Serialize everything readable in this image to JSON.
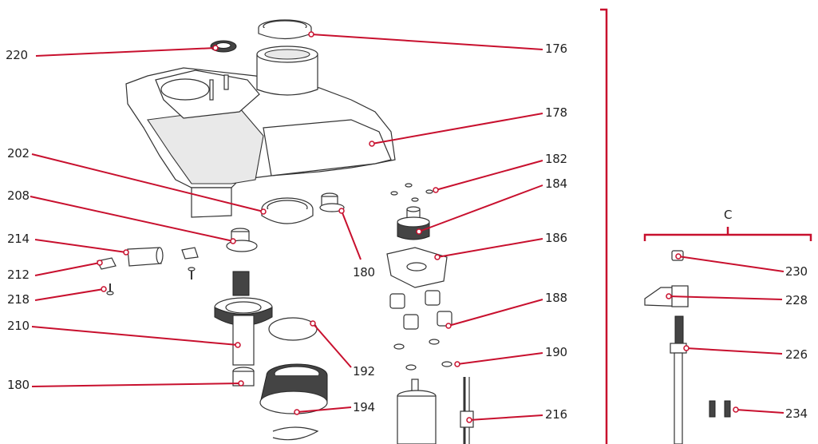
{
  "diagram": {
    "accent_color": "#c8102e",
    "group_label": "C",
    "callouts": [
      {
        "id": "220",
        "text": "220"
      },
      {
        "id": "176",
        "text": "176"
      },
      {
        "id": "178",
        "text": "178"
      },
      {
        "id": "202",
        "text": "202"
      },
      {
        "id": "208",
        "text": "208"
      },
      {
        "id": "214",
        "text": "214"
      },
      {
        "id": "212",
        "text": "212"
      },
      {
        "id": "218",
        "text": "218"
      },
      {
        "id": "210",
        "text": "210"
      },
      {
        "id": "180a",
        "text": "180"
      },
      {
        "id": "180b",
        "text": "180"
      },
      {
        "id": "182",
        "text": "182"
      },
      {
        "id": "184",
        "text": "184"
      },
      {
        "id": "186",
        "text": "186"
      },
      {
        "id": "188",
        "text": "188"
      },
      {
        "id": "190",
        "text": "190"
      },
      {
        "id": "192",
        "text": "192"
      },
      {
        "id": "194",
        "text": "194"
      },
      {
        "id": "216",
        "text": "216"
      },
      {
        "id": "230",
        "text": "230"
      },
      {
        "id": "228",
        "text": "228"
      },
      {
        "id": "226",
        "text": "226"
      },
      {
        "id": "234",
        "text": "234"
      }
    ]
  }
}
